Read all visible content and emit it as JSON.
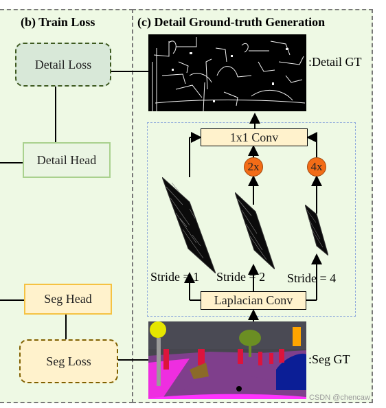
{
  "panel_b": {
    "title": "(b) Train Loss",
    "detail_loss": "Detail Loss",
    "detail_head": "Detail Head",
    "seg_head": "Seg Head",
    "seg_loss": "Seg Loss"
  },
  "panel_c": {
    "title": "(c) Detail Ground-truth Generation",
    "detail_gt_label": ":Detail GT",
    "seg_gt_label": ":Seg GT",
    "conv1x1": "1x1 Conv",
    "laplacian_conv": "Laplacian Conv",
    "upsample_2x": "2x",
    "upsample_4x": "4x",
    "stride_1": "Stride = 1",
    "stride_2": "Stride = 2",
    "stride_4": "Stride = 4"
  },
  "colors": {
    "panel_bg": "#eef9e4",
    "detail_loss_fill": "#d8e8d8",
    "detail_loss_border": "#3e5a20",
    "detail_head_border": "#a9d18e",
    "seg_head_fill": "#fff2cc",
    "seg_head_border": "#f5c242",
    "seg_loss_border": "#7f6000",
    "upsample_fill": "#f26c17",
    "inner_dash": "#8faadc"
  },
  "watermark": "CSDN @chencaw"
}
